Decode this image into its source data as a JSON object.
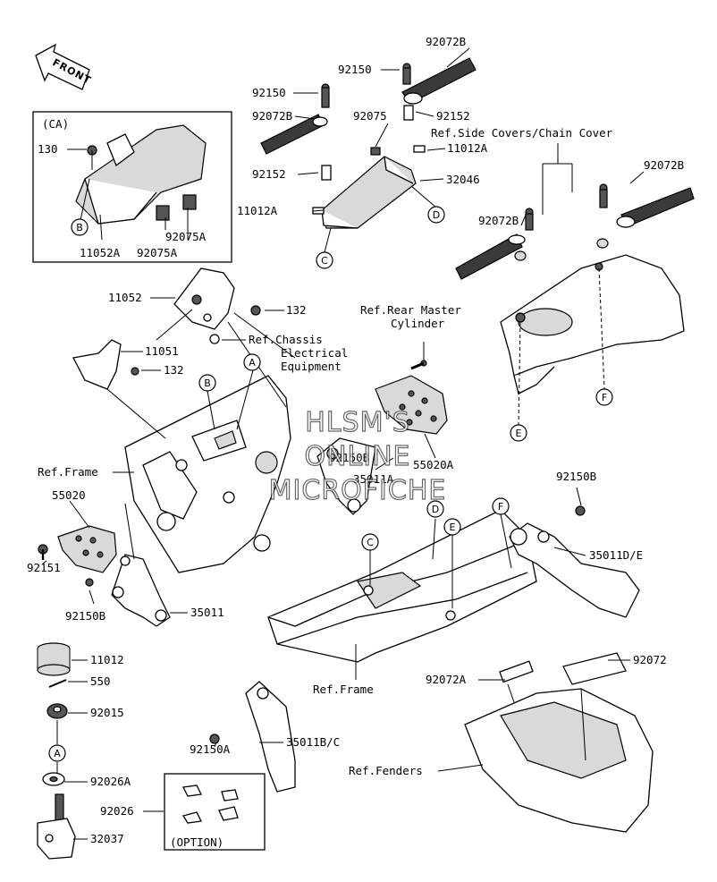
{
  "direction_label": "FRONT",
  "watermark": [
    "HLSM'S",
    "ONLINE",
    "MICROFICHE"
  ],
  "inset_title": "(CA)",
  "option_label": "(OPTION)",
  "refs": {
    "rear_master_line1": "Ref.Rear Master",
    "rear_master_line2": "Cylinder",
    "chassis_line1": "Ref.Chassis",
    "chassis_line2": "Electrical",
    "chassis_line3": "Equipment",
    "side_covers": "Ref.Side Covers/Chain Cover",
    "frame_left": "Ref.Frame",
    "frame_bottom": "Ref.Frame",
    "fenders": "Ref.Fenders"
  },
  "callouts": [
    "A",
    "B",
    "C",
    "D",
    "E",
    "F"
  ],
  "part_numbers": {
    "p92072B_top": "92072B",
    "p92150_top": "92150",
    "p92150_left": "92150",
    "p92072B_left": "92072B",
    "p92075": "92075",
    "p92152_top": "92152",
    "p11012A_top": "11012A",
    "p92152_left": "92152",
    "p32046": "32046",
    "p11012A_left": "11012A",
    "p92072B_right": "92072B",
    "p92072B_mid": "92072B",
    "p130": "130",
    "p11052A": "11052A",
    "p92075A_a": "92075A",
    "p92075A_b": "92075A",
    "p11052": "11052",
    "p132_a": "132",
    "p11051": "11051",
    "p132_b": "132",
    "p92150B_center": "92150B",
    "p55020A": "55020A",
    "p35011A": "35011A",
    "p55020": "55020",
    "p92151": "92151",
    "p92150B_left": "92150B",
    "p35011": "35011",
    "p92150B_right": "92150B",
    "p35011DE": "35011D/E",
    "p11012": "11012",
    "p550": "550",
    "p92015": "92015",
    "p92026A": "92026A",
    "p92026": "92026",
    "p32037": "32037",
    "p92072A": "92072A",
    "p92072": "92072",
    "p92150A": "92150A",
    "p35011BC": "35011B/C"
  }
}
